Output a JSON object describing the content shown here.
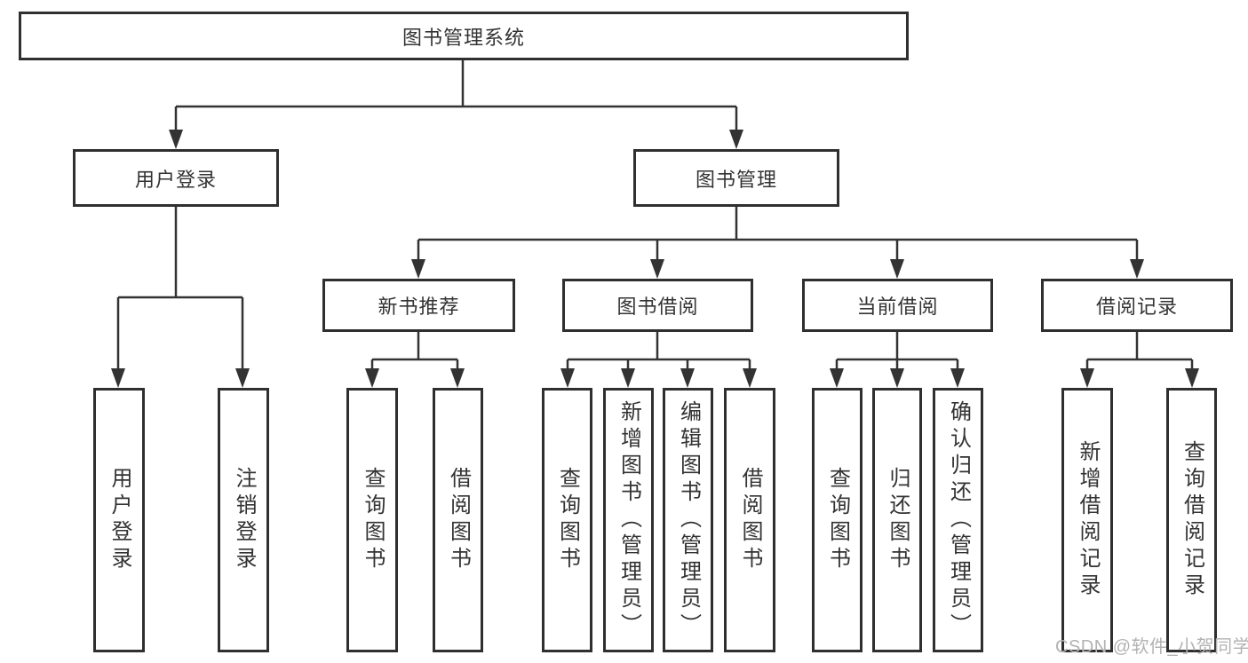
{
  "tree": {
    "label": "图书管理系统",
    "children": [
      {
        "label": "用户登录",
        "children": [
          {
            "label": "用户登录"
          },
          {
            "label": "注销登录"
          }
        ]
      },
      {
        "label": "图书管理",
        "children": [
          {
            "label": "新书推荐",
            "children": [
              {
                "label": "查询图书"
              },
              {
                "label": "借阅图书"
              }
            ]
          },
          {
            "label": "图书借阅",
            "children": [
              {
                "label": "查询图书"
              },
              {
                "label": "新增图书（管理员）"
              },
              {
                "label": "编辑图书（管理员）"
              },
              {
                "label": "借阅图书"
              }
            ]
          },
          {
            "label": "当前借阅",
            "children": [
              {
                "label": "查询图书"
              },
              {
                "label": "归还图书"
              },
              {
                "label": "确认归还（管理员）"
              }
            ]
          },
          {
            "label": "借阅记录",
            "children": [
              {
                "label": "新增借阅记录"
              },
              {
                "label": "查询借阅记录"
              }
            ]
          }
        ]
      }
    ]
  },
  "watermark": "CSDN @软件_小贺同学",
  "colors": {
    "line": "#333333",
    "text": "#333333",
    "watermark": "#b2b2b2",
    "background": "#ffffff"
  }
}
